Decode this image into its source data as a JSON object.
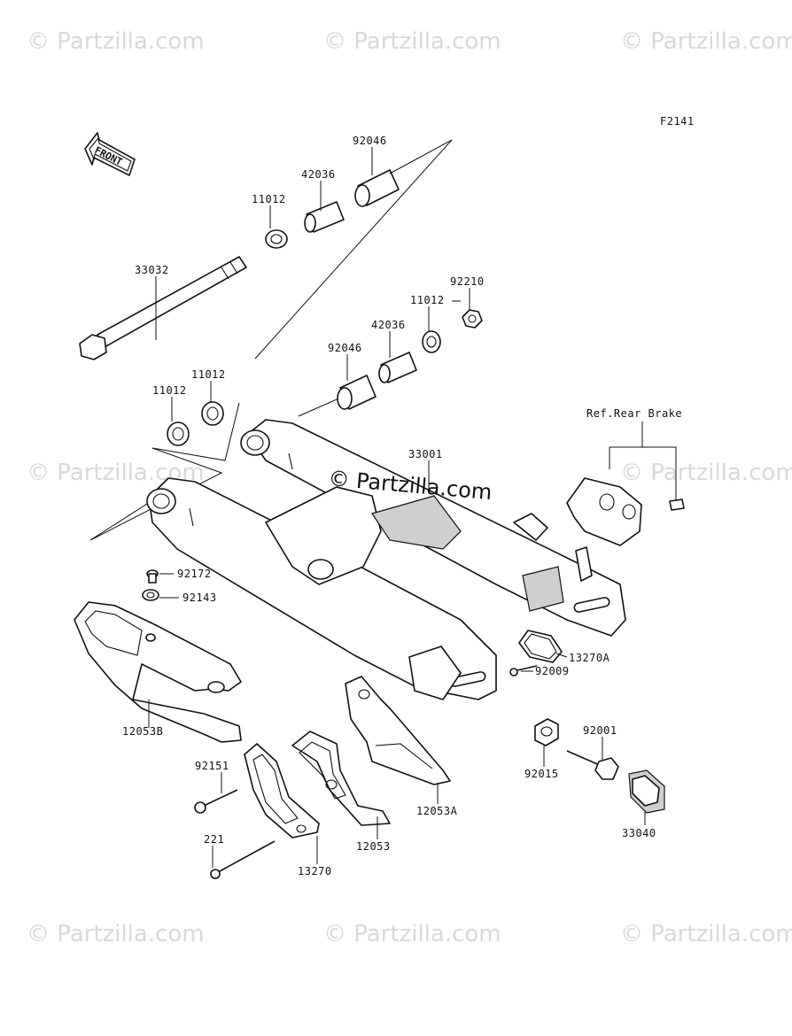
{
  "diagram": {
    "figure_code": "F2141",
    "direction_label": "FRONT",
    "reference_note": "Ref.Rear Brake",
    "center_watermark": "© Partzilla.com",
    "watermark_text": "© Partzilla.com",
    "parts": [
      {
        "number": "92046"
      },
      {
        "number": "42036"
      },
      {
        "number": "11012"
      },
      {
        "number": "33032"
      },
      {
        "number": "92210"
      },
      {
        "number": "11012"
      },
      {
        "number": "42036"
      },
      {
        "number": "92046"
      },
      {
        "number": "11012"
      },
      {
        "number": "11012"
      },
      {
        "number": "33001"
      },
      {
        "number": "92172"
      },
      {
        "number": "92143"
      },
      {
        "number": "13270A"
      },
      {
        "number": "92009"
      },
      {
        "number": "12053B"
      },
      {
        "number": "92001"
      },
      {
        "number": "92015"
      },
      {
        "number": "92151"
      },
      {
        "number": "12053A"
      },
      {
        "number": "33040"
      },
      {
        "number": "221"
      },
      {
        "number": "12053"
      },
      {
        "number": "13270"
      }
    ]
  }
}
